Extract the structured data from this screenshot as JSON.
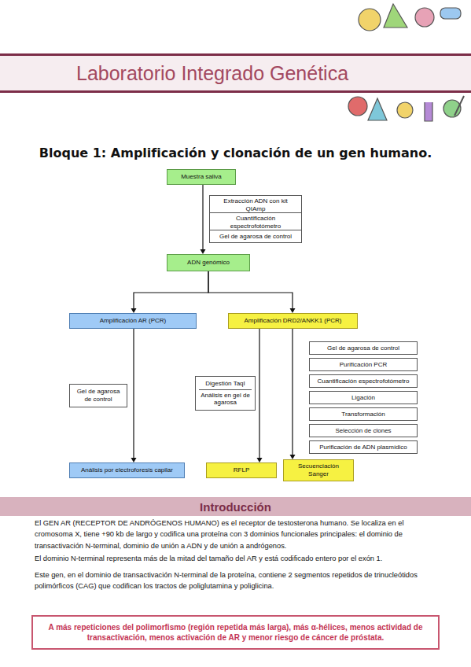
{
  "diagram": {
    "title": "Bloque 1: Amplificación y clonación de un gen humano.",
    "nodes": [
      {
        "text": [
          "Laboratorio Integrado Genética"
        ]
      },
      {
        "text": [
          "Muestra saliva"
        ]
      },
      {
        "text": [
          "Extracción ADN con kit QIAmp"
        ]
      },
      {
        "text": [
          "Cuantificación espectrofotómetro"
        ]
      },
      {
        "text": [
          "Gel de agarosa de control"
        ]
      },
      {
        "text": [
          "ADN genómico"
        ]
      },
      {
        "text": [
          "Amplificación AR (PCR)"
        ]
      },
      {
        "text": [
          "Amplificación DRD2/ANKK1 (PCR)"
        ]
      },
      {
        "text": [
          "Gel de agarosa de control"
        ]
      },
      {
        "text": [
          "Digestión TaqI",
          "Análisis en gel de agarosa"
        ]
      },
      {
        "text": [
          "Gel de agarosa de control"
        ]
      },
      {
        "text": [
          "Purificación PCR"
        ]
      },
      {
        "text": [
          "Cuantificación espectrofotómetro"
        ]
      },
      {
        "text": [
          "Ligación"
        ]
      },
      {
        "text": [
          "Transformación"
        ]
      },
      {
        "text": [
          "Selección de clones"
        ]
      },
      {
        "text": [
          "Purificación de ADN plasmídico"
        ]
      },
      {
        "text": [
          "Análisis por electroforesis capilar"
        ]
      },
      {
        "text": [
          "RFLP"
        ]
      },
      {
        "text": [
          "Secuenciación Sanger"
        ]
      },
      {
        "text": [
          "Introducción"
        ]
      },
      {
        "text": [
          "A más repeticiones del polimorfismo (región repetida más larga), más α-hélices, menos actividad de transactivación, menos activación de AR y menor riesgo de cáncer de próstata."
        ]
      }
    ],
    "edges": [
      {
        "from": 1,
        "to": 5,
        "arrow": "to"
      },
      {
        "from": 5,
        "to": 6,
        "arrow": "to"
      },
      {
        "from": 5,
        "to": 7,
        "arrow": "to"
      },
      {
        "from": 6,
        "to": 17,
        "arrow": "to"
      },
      {
        "from": 7,
        "to": 18,
        "arrow": "to"
      },
      {
        "from": 7,
        "to": 19,
        "arrow": "to"
      }
    ],
    "labels": [
      "El GEN AR (RECEPTOR DE ANDRÓGENOS HUMANO) es el receptor de testosterona humano. Se localiza en el cromosoma X, tiene +90 kb de largo y codifica una proteína con 3 dominios funcionales principales: el dominio de transactivación N-terminal, dominio de unión a ADN y de unión a andrógenos.",
      "El dominio N-terminal representa más de la mitad del tamaño del AR y está codificado entero por el exón 1.",
      "Este gen, en el dominio de transactivación N-terminal de la proteína, contiene 2 segmentos repetidos de trinucleótidos polimórficos (CAG) que codifican los tractos de poliglutamina y poliglicina."
    ]
  }
}
